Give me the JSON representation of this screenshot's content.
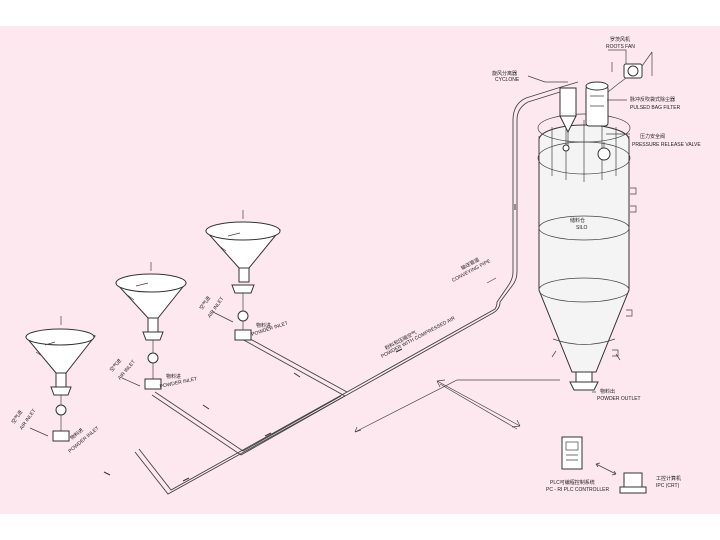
{
  "background": "#fde8f0",
  "labels": {
    "roots_fan_cn": "罗茨风机",
    "roots_fan_en": "ROOTS FAN",
    "cyclone_cn": "旋风分离器",
    "cyclone_en": "CYCLONE",
    "pulse_cn": "脉冲反吹袋式除尘器",
    "pulse_en": "PULSED BAG FILTER",
    "valve_cn": "压力安全阀",
    "valve_en": "PRESSURE RELEASE VALVE",
    "silo_cn": "储料仓",
    "silo_en": "SILO",
    "conveying_cn": "输送管道",
    "conveying_en": "CONVEYING PIPE",
    "compressed_cn": "粉料和压缩空气",
    "compressed_en": "POWDER WITH COMPRESSED AIR",
    "outlet_cn": "物料出",
    "outlet_en": "POWDER OUTLET",
    "plc_cn": "PLC可编程控制系统",
    "plc_en": "PC - RI PLC CONTROLLER",
    "ipc_cn": "工控计算机",
    "ipc_en": "IPC (CRT)",
    "air_inlet_cn": "空气进",
    "air_inlet_en": "AIR INLET",
    "powder_inlet_cn": "物料进",
    "powder_inlet_en": "POWDER INLET"
  }
}
